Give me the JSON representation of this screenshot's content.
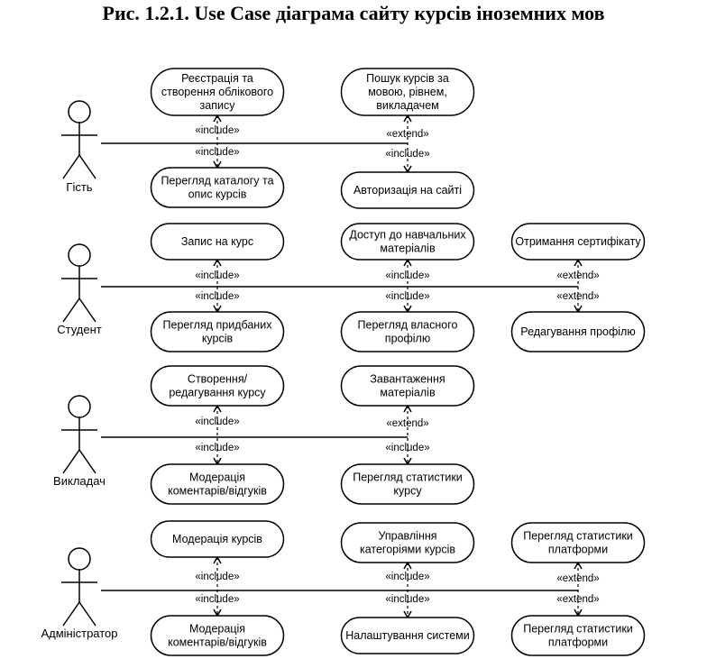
{
  "title": "Рис. 1.2.1. Use Case діаграма сайту курсів іноземних мов",
  "actors": [
    {
      "name": "Гість"
    },
    {
      "name": "Студент"
    },
    {
      "name": "Викладач"
    },
    {
      "name": "Адміністратор"
    }
  ],
  "use_cases": {
    "guest": {
      "registration": [
        "Реєстрація та",
        "створення облікового",
        "запису"
      ],
      "search": [
        "Пошук курсів за",
        "мовою, рівнем,",
        "викладачем"
      ],
      "catalog": [
        "Перегляд каталогу та",
        "опис курсів"
      ],
      "auth": [
        "Авторизація на сайті"
      ]
    },
    "student": {
      "enroll": [
        "Запис на курс"
      ],
      "materials": [
        "Доступ до навчальних",
        "матеріалів"
      ],
      "certificate": [
        "Отримання сертифікату"
      ],
      "purchased": [
        "Перегляд придбаних",
        "курсів"
      ],
      "own_profile": [
        "Перегляд власного",
        "профілю"
      ],
      "edit_profile": [
        "Редагування профілю"
      ]
    },
    "teacher": {
      "create_course": [
        "Створення/",
        "редагування курсу"
      ],
      "upload": [
        "Завантаження",
        "матеріалів"
      ],
      "moderate_comments": [
        "Модерація",
        "коментарів/відгуків"
      ],
      "course_stats": [
        "Перегляд статистики",
        "курсу"
      ]
    },
    "admin": {
      "moderate_courses": [
        "Модерація курсів"
      ],
      "categories": [
        "Управління",
        "категоріями курсів"
      ],
      "platform_stats_top": [
        "Перегляд статистики",
        "платформи"
      ],
      "moderate_comments": [
        "Модерація",
        "коментарів/відгуків"
      ],
      "settings": [
        "Налаштування системи"
      ],
      "platform_stats_bottom": [
        "Перегляд статистики",
        "платформи"
      ]
    }
  },
  "relations": {
    "include": "«include»",
    "extend": "«extend»"
  }
}
